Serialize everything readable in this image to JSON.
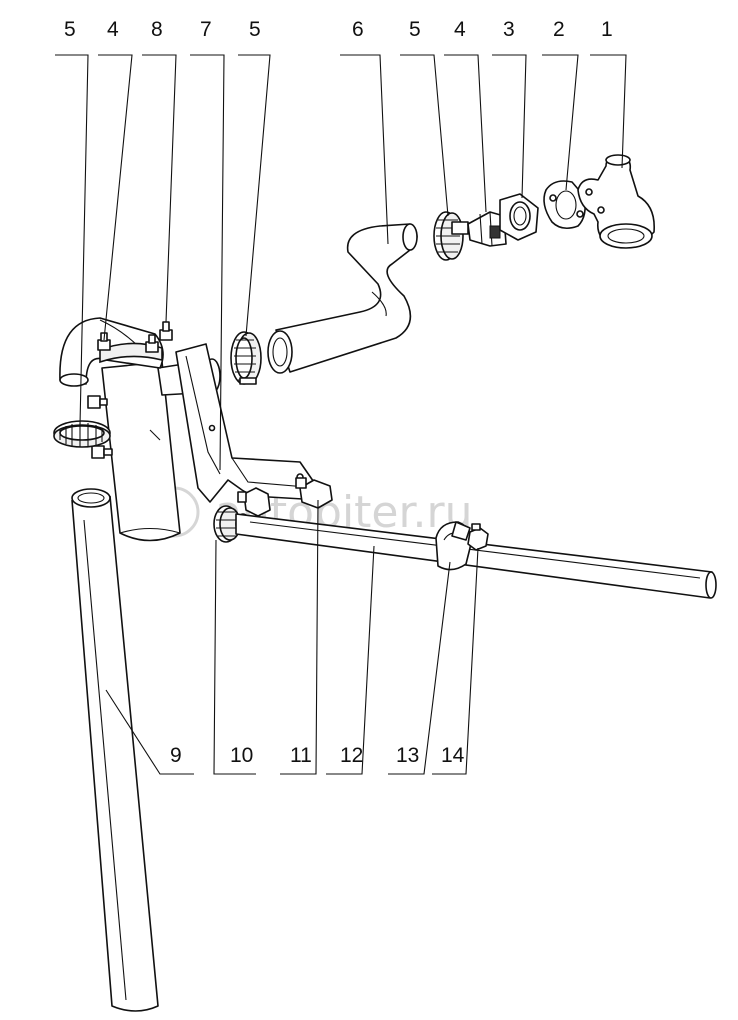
{
  "callouts": {
    "top": [
      "5",
      "4",
      "8",
      "7",
      "5",
      "6",
      "5",
      "4",
      "3",
      "2",
      "1"
    ],
    "bottom": [
      "9",
      "10",
      "11",
      "12",
      "13",
      "14"
    ]
  },
  "watermark": {
    "text": "autopiter.ru"
  }
}
